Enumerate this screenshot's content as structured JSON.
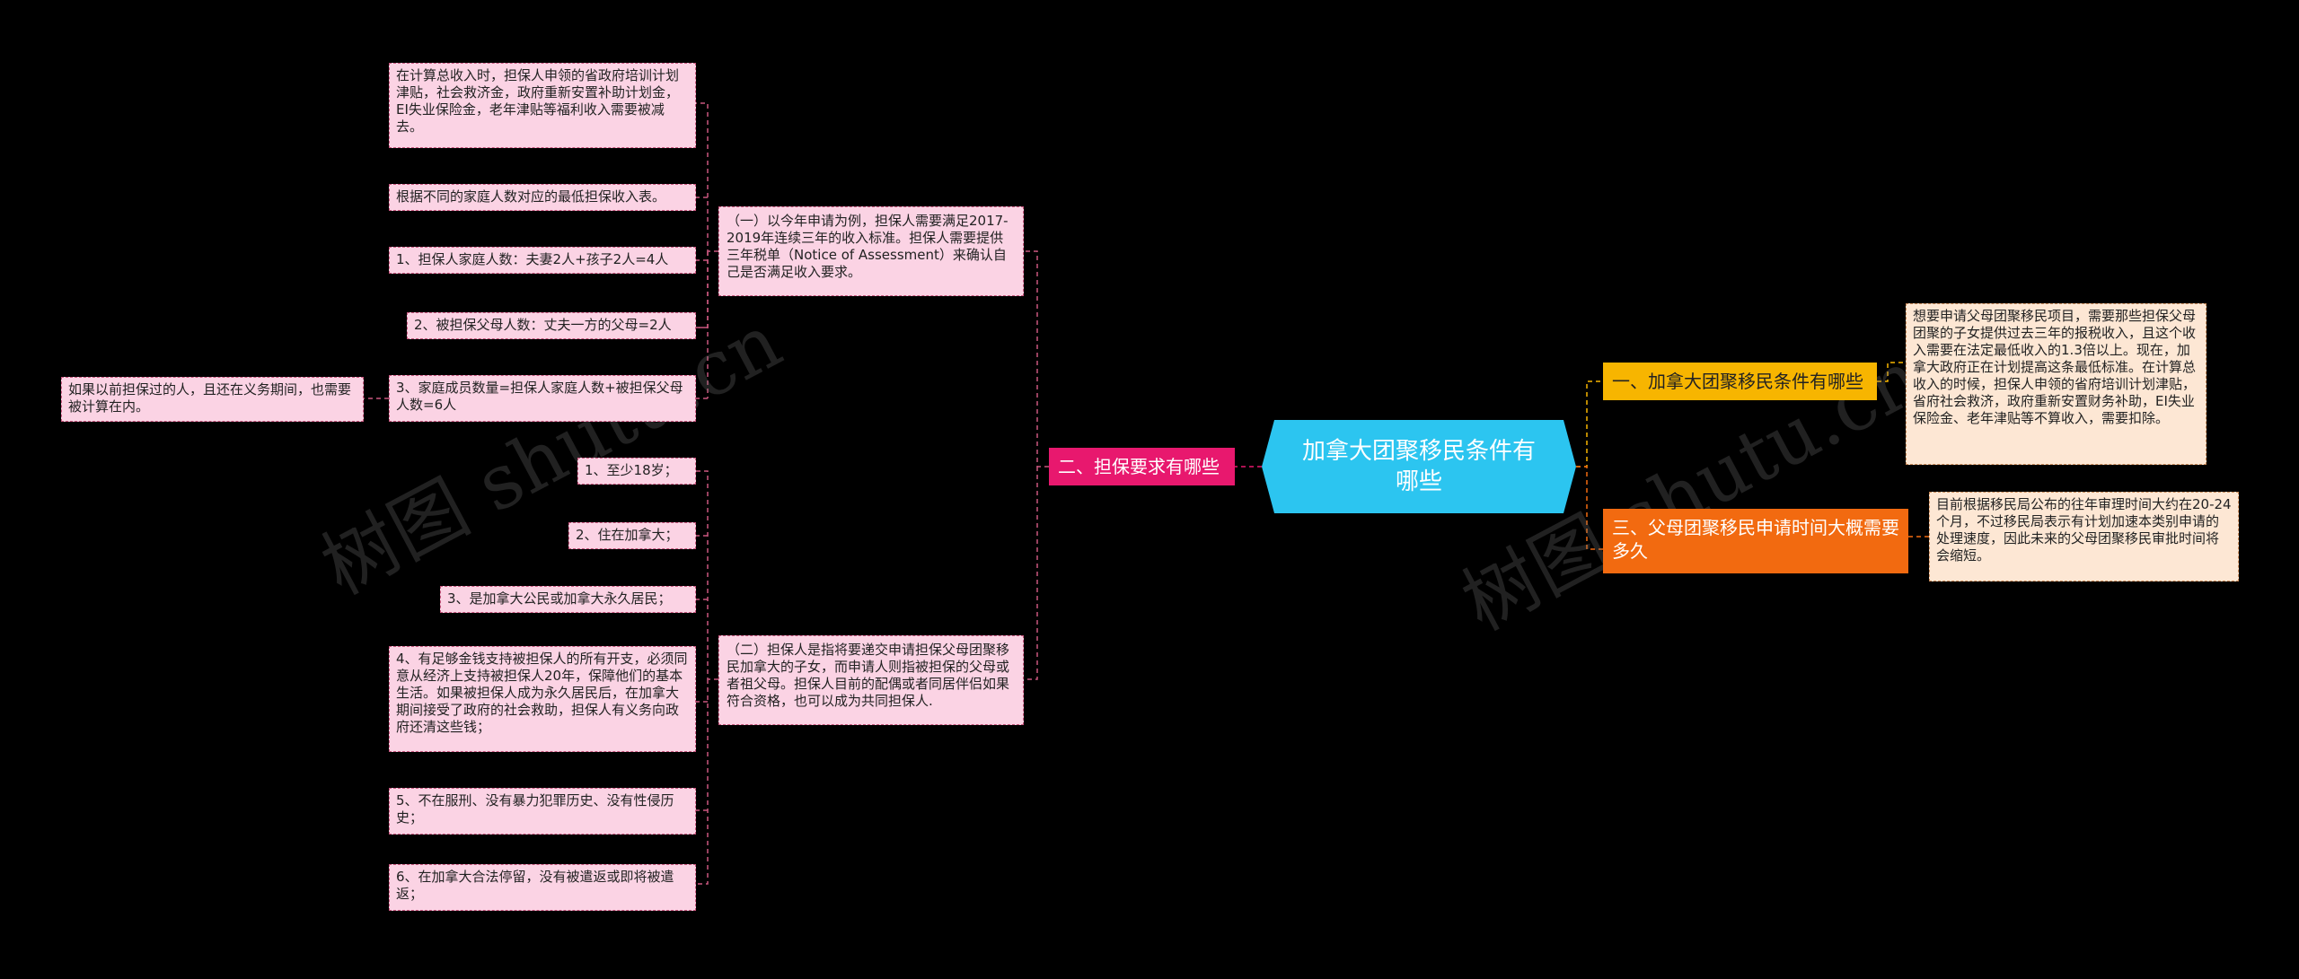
{
  "root": {
    "label": "加拿大团聚移民条件有哪些"
  },
  "watermark": "树图 shutu.cn",
  "branches": {
    "b1": {
      "label": "一、加拿大团聚移民条件有哪些",
      "note": "想要申请父母团聚移民项目，需要那些担保父母团聚的子女提供过去三年的报税收入，且这个收入需要在法定最低收入的1.3倍以上。现在，加拿大政府正在计划提高这条最低标准。在计算总收入的时候，担保人申领的省府培训计划津贴，省府社会救济，政府重新安置财务补助，EI失业保险金、老年津贴等不算收入，需要扣除。"
    },
    "b2": {
      "label": "二、担保要求有哪些",
      "sub1": "（一）以今年申请为例，担保人需要满足2017-2019年连续三年的收入标准。担保人需要提供三年税单（Notice of Assessment）来确认自己是否满足收入要求。",
      "sub1_items": [
        "在计算总收入时，担保人申领的省政府培训计划津贴，社会救济金，政府重新安置补助计划金，EI失业保险金，老年津贴等福利收入需要被减去。",
        "根据不同的家庭人数对应的最低担保收入表。",
        "1、担保人家庭人数：夫妻2人+孩子2人=4人",
        "2、被担保父母人数：丈夫一方的父母=2人",
        "3、家庭成员数量=担保人家庭人数+被担保父母人数=6人"
      ],
      "item5_note": "如果以前担保过的人，且还在义务期间，也需要被计算在内。",
      "sub2": "（二）担保人是指将要递交申请担保父母团聚移民加拿大的子女，而申请人则指被担保的父母或者祖父母。担保人目前的配偶或者同居伴侣如果符合资格，也可以成为共同担保人.",
      "sub2_items": [
        "1、至少18岁；",
        "2、住在加拿大；",
        "3、是加拿大公民或加拿大永久居民；",
        "4、有足够金钱支持被担保人的所有开支，必须同意从经济上支持被担保人20年，保障他们的基本生活。如果被担保人成为永久居民后，在加拿大期间接受了政府的社会救助，担保人有义务向政府还清这些钱；",
        "5、不在服刑、没有暴力犯罪历史、没有性侵历史；",
        "6、在加拿大合法停留，没有被遣返或即将被遣返；"
      ]
    },
    "b3": {
      "label": "三、父母团聚移民申请时间大概需要多久",
      "note": "目前根据移民局公布的往年审理时间大约在20-24个月，不过移民局表示有计划加速本类别申请的处理速度，因此未来的父母团聚移民审批时间将会缩短。"
    }
  },
  "colors": {
    "root": "#2cc5f0",
    "pink": "#e8186e",
    "yellow": "#f7b500",
    "orange": "#f26a10",
    "leaf": "#fbd3e4",
    "note": "#fde7d4"
  }
}
